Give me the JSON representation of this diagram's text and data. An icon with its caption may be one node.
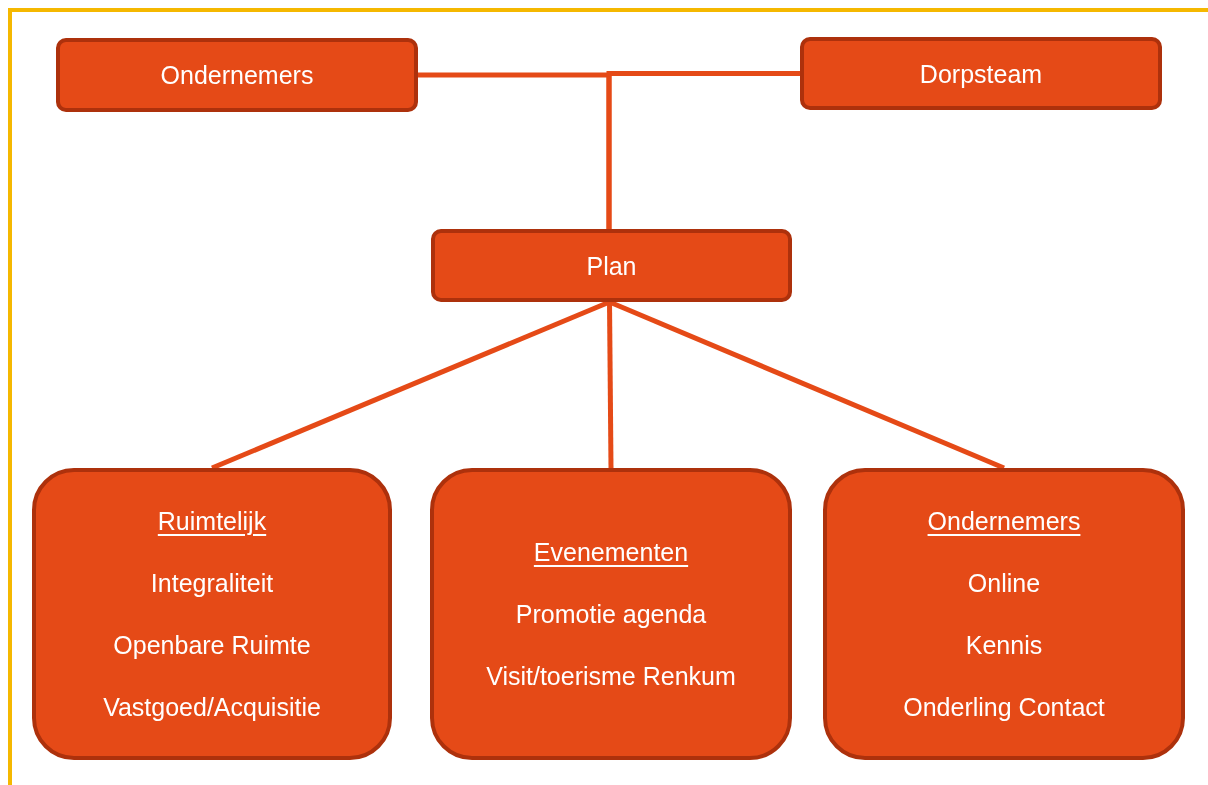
{
  "diagram": {
    "nodes": [
      {
        "text": [
          "Ondernemers"
        ]
      },
      {
        "text": [
          "Dorpsteam"
        ]
      },
      {
        "text": [
          "Plan"
        ]
      },
      {
        "text": [
          "Ruimtelijk",
          "Integraliteit",
          "Openbare Ruimte",
          "Vastgoed/Acquisitie"
        ]
      },
      {
        "text": [
          "Evenementen",
          "Promotie agenda",
          "Visit/toerisme Renkum"
        ]
      },
      {
        "text": [
          "Ondernemers",
          "Online",
          "Kennis",
          "Onderling Contact"
        ]
      }
    ],
    "edges": [
      {
        "from": 0,
        "to": 2,
        "arrow": "none"
      },
      {
        "from": 1,
        "to": 2,
        "arrow": "none"
      },
      {
        "from": 2,
        "to": 3,
        "arrow": "none"
      },
      {
        "from": 2,
        "to": 4,
        "arrow": "none"
      },
      {
        "from": 2,
        "to": 5,
        "arrow": "none"
      }
    ]
  }
}
